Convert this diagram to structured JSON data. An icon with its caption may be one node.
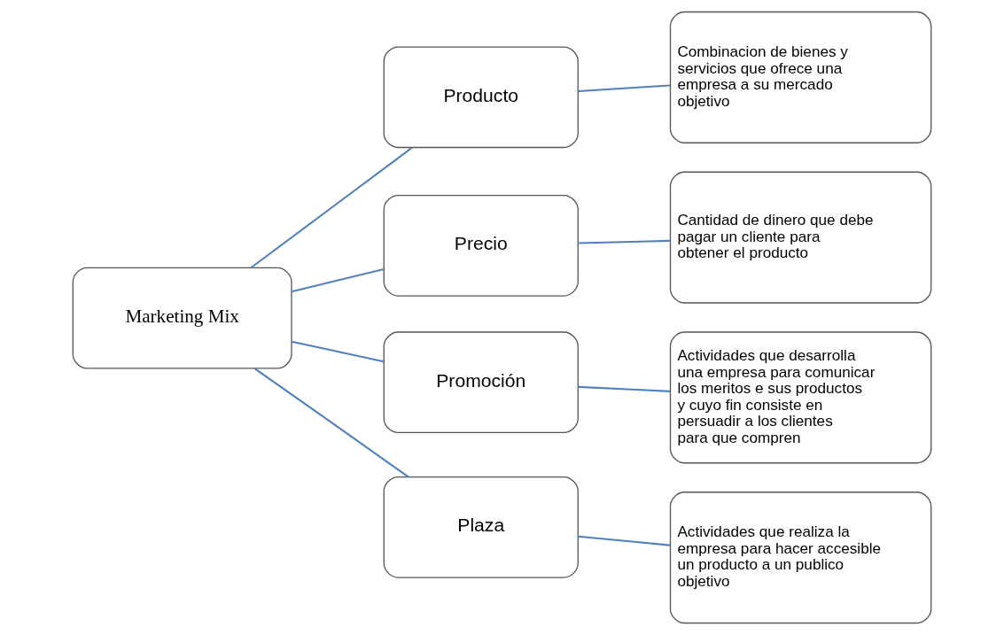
{
  "diagram": {
    "nodes": [
      {
        "text": [
          "Marketing Mix"
        ]
      },
      {
        "text": [
          "Producto"
        ]
      },
      {
        "text": [
          "Precio"
        ]
      },
      {
        "text": [
          "Promoción"
        ]
      },
      {
        "text": [
          "Plaza"
        ]
      },
      {
        "text": [
          "Combinacion de bienes y servicios que ofrece una empresa a su mercado objetivo"
        ]
      },
      {
        "text": [
          "Cantidad de dinero que debe pagar un cliente para obtener el producto"
        ]
      },
      {
        "text": [
          "Actividades que desarrolla una empresa para comunicar los meritos e sus productos y cuyo fin consiste en persuadir a los clientes para que compren"
        ]
      },
      {
        "text": [
          "Actividades que realiza la empresa para hacer accesible un producto a un publico objetivo"
        ]
      }
    ],
    "edges": [
      {
        "from": 0,
        "to": 1,
        "arrow": "none"
      },
      {
        "from": 0,
        "to": 2,
        "arrow": "none"
      },
      {
        "from": 0,
        "to": 3,
        "arrow": "none"
      },
      {
        "from": 0,
        "to": 4,
        "arrow": "none"
      },
      {
        "from": 1,
        "to": 5,
        "arrow": "none"
      },
      {
        "from": 2,
        "to": 6,
        "arrow": "none"
      },
      {
        "from": 3,
        "to": 7,
        "arrow": "none"
      },
      {
        "from": 4,
        "to": 8,
        "arrow": "none"
      }
    ]
  }
}
